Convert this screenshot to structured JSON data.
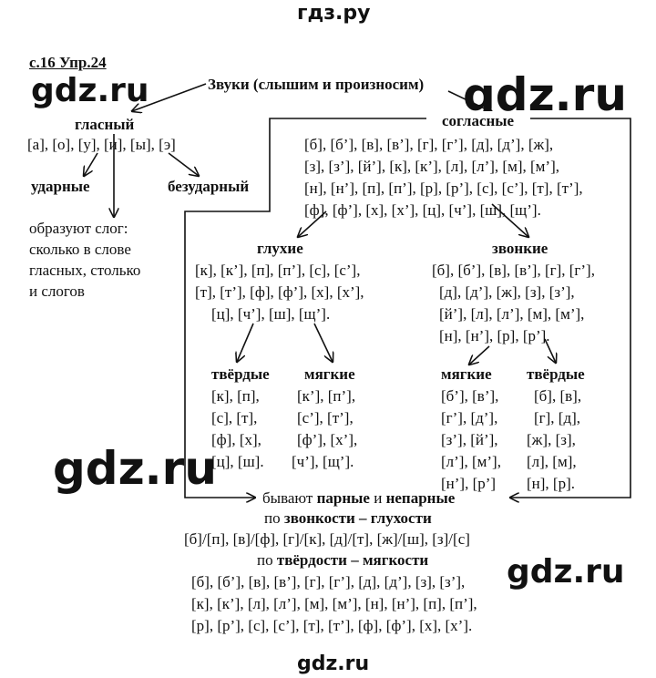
{
  "watermarks": {
    "top": "гдз.ру",
    "left": "gdz.ru",
    "right": "gdz.ru",
    "middle_left": "gdz.ru",
    "lower_right": "gdz.ru",
    "bottom": "gdz.ru"
  },
  "exercise_ref": "с.16 Упр.24",
  "root": "Звуки (слышим и произносим)",
  "vowels": {
    "title": "гласный",
    "list": "[а], [о], [у], [и], [ы], [э]",
    "stressed": "ударные",
    "unstressed": "безударный",
    "syllable_note": [
      "образуют слог:",
      "сколько в слове",
      "гласных, столько",
      "и слогов"
    ]
  },
  "consonants": {
    "title": "согласные",
    "list": [
      "[б], [б’], [в], [в’], [г], [г’], [д], [д’], [ж],",
      "[з], [з’], [й’], [к], [к’], [л], [л’], [м], [м’],",
      "[н], [н’], [п], [п’], [р], [р’], [с], [с’], [т], [т’],",
      "[ф], [ф’], [х], [х’], [ц], [ч’], [ш], [щ’]."
    ],
    "voiceless": {
      "title": "глухие",
      "list": [
        "[к], [к’], [п], [п’], [с], [с’],",
        "[т], [т’], [ф], [ф’], [х], [х’],",
        "[ц], [ч’], [ш], [щ’]."
      ],
      "hard": {
        "title": "твёрдые",
        "list": [
          "[к], [п],",
          "[с], [т],",
          "[ф], [х],",
          "[ц], [ш]."
        ]
      },
      "soft": {
        "title": "мягкие",
        "list": [
          "[к’], [п’],",
          "[с’], [т’],",
          "[ф’], [х’],",
          "[ч’], [щ’]."
        ]
      }
    },
    "voiced": {
      "title": "звонкие",
      "list": [
        "[б], [б’], [в], [в’], [г], [г’],",
        "[д], [д’], [ж], [з], [з’],",
        "[й’], [л], [л’], [м], [м’],",
        "[н], [н’], [р], [р’]."
      ],
      "soft": {
        "title": "мягкие",
        "list": [
          "[б’], [в’],",
          "[г’], [д’],",
          "[з’], [й’],",
          "[л’], [м’],",
          "[н’], [р’]"
        ]
      },
      "hard": {
        "title": "твёрдые",
        "list": [
          "[б], [в],",
          "[г], [д],",
          "[ж], [з],",
          "[л], [м],",
          "[н], [р]."
        ]
      }
    }
  },
  "pairs": {
    "intro_prefix": "бывают ",
    "paired": "парные",
    "and": " и ",
    "unpaired": "непарные",
    "voicing_prefix": "по ",
    "voicing_title": "звонкости – глухости",
    "voicing_list": "[б]/[п], [в]/[ф], [г]/[к], [д]/[т], [ж]/[ш], [з]/[с]",
    "hardness_prefix": "по ",
    "hardness_title": "твёрдости – мягкости",
    "hardness_list": [
      "[б], [б’], [в], [в’], [г], [г’], [д], [д’], [з], [з’],",
      "[к], [к’], [л], [л’], [м], [м’], [н], [н’], [п], [п’],",
      "[р], [р’], [с], [с’], [т], [т’], [ф], [ф’], [х], [х’]."
    ]
  }
}
